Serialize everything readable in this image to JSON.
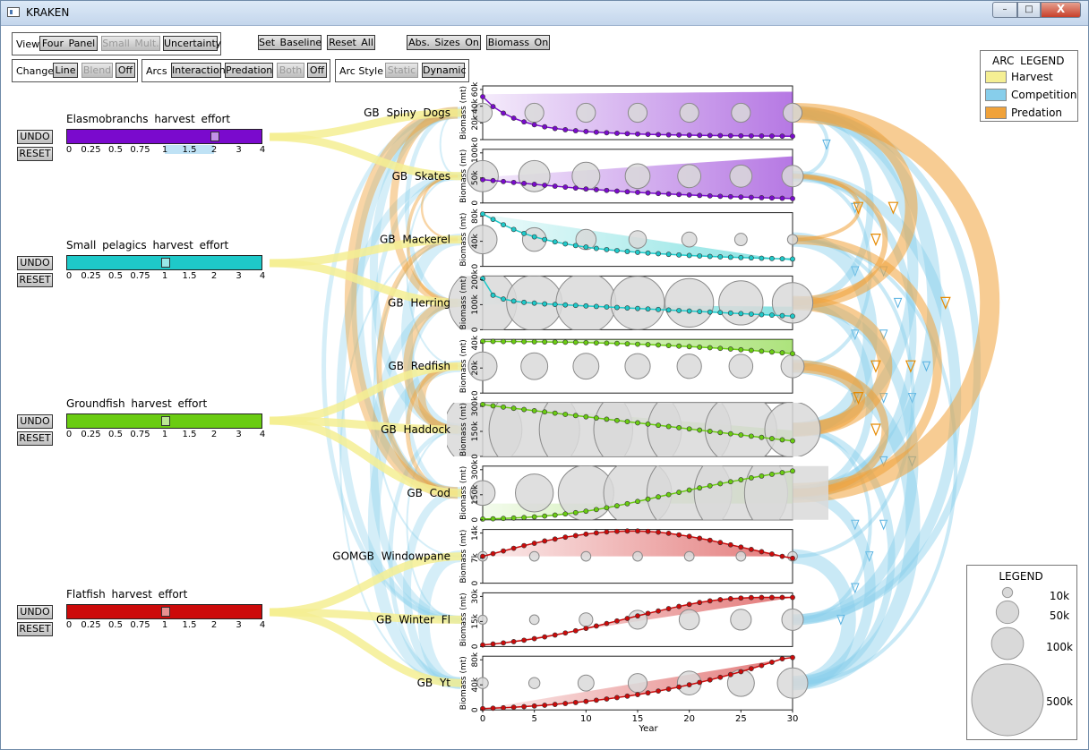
{
  "window": {
    "title": "KRAKEN",
    "min_label": "–",
    "max_label": "□",
    "close_label": "X"
  },
  "toolbar": {
    "view": {
      "label": "View",
      "four_panel": "Four Panel",
      "small_mult": "Small Mult.",
      "uncertainty": "Uncertainty"
    },
    "set_baseline": "Set Baseline",
    "reset_all": "Reset All",
    "abs_sizes": "Abs. Sizes On",
    "biomass": "Biomass On",
    "change": {
      "label": "Change",
      "line": "Line",
      "blend": "Blend",
      "off": "Off"
    },
    "arcs": {
      "label": "Arcs",
      "interaction": "Interaction",
      "predation": "Predation",
      "both": "Both",
      "off": "Off"
    },
    "arc_style": {
      "label": "Arc Style",
      "static": "Static",
      "dynamic": "Dynamic"
    }
  },
  "controls": {
    "undo_label": "UNDO",
    "reset_label": "RESET",
    "ticks": [
      "0",
      "0.25",
      "0.5",
      "0.75",
      "1",
      "1.5",
      "2",
      "3",
      "4"
    ],
    "groups": [
      {
        "label": "Elasmobranchs harvest effort",
        "color": "#7a0acd",
        "effort": 2,
        "baseline": 1
      },
      {
        "label": "Small pelagics harvest effort",
        "color": "#1ec9c9",
        "effort": 1,
        "baseline": 1
      },
      {
        "label": "Groundfish harvest effort",
        "color": "#6acc12",
        "effort": 1,
        "baseline": 1
      },
      {
        "label": "Flatfish harvest effort",
        "color": "#cc0a0a",
        "effort": 1,
        "baseline": 1
      }
    ]
  },
  "panels": {
    "ylabel": "Biomass (mt)",
    "xlabel": "Year",
    "xticks": [
      "0",
      "5",
      "10",
      "15",
      "20",
      "25",
      "30"
    ]
  },
  "arc_legend": {
    "title": "ARC LEGEND",
    "items": [
      {
        "label": "Harvest",
        "color": "#f5ef93"
      },
      {
        "label": "Competition",
        "color": "#87ceeb"
      },
      {
        "label": "Predation",
        "color": "#f0a23a"
      }
    ]
  },
  "size_legend": {
    "title": "LEGEND",
    "items": [
      {
        "label": "10k",
        "value": 10000
      },
      {
        "label": "50k",
        "value": 50000
      },
      {
        "label": "100k",
        "value": 100000
      },
      {
        "label": "500k",
        "value": 500000
      }
    ]
  },
  "chart_data": [
    {
      "type": "line",
      "title": "GB Spiny Dogs",
      "group": 0,
      "ylabel": "Biomass (mt)",
      "yticks": [
        "0",
        "20k",
        "40k",
        "60k"
      ],
      "ylim": [
        0,
        65000
      ],
      "x": [
        0,
        30
      ],
      "baseline_trend": [
        55000,
        58000
      ],
      "baseline_end": 58000,
      "y": [
        52000,
        40000,
        32000,
        26000,
        21500,
        18000,
        15500,
        13500,
        12000,
        10800,
        9800,
        9000,
        8300,
        7700,
        7200,
        6800,
        6400,
        6100,
        5800,
        5600,
        5400,
        5200,
        5000,
        4900,
        4750,
        4600,
        4500,
        4400,
        4300,
        4200,
        4100
      ],
      "circles": [
        35000,
        35000,
        35000,
        35000,
        35000,
        35000,
        35000
      ]
    },
    {
      "type": "line",
      "title": "GB Skates",
      "group": 0,
      "ylabel": "Biomass (mt)",
      "yticks": [
        "0",
        "50k",
        "100k"
      ],
      "ylim": [
        0,
        115000
      ],
      "x": [
        0,
        30
      ],
      "baseline_trend": [
        55000,
        100000
      ],
      "baseline_end": 100000,
      "y": [
        50000,
        48000,
        46000,
        44000,
        42000,
        40000,
        38000,
        36000,
        34000,
        32000,
        30000,
        28500,
        27000,
        25500,
        24000,
        22700,
        21500,
        20300,
        19200,
        18100,
        17100,
        16100,
        15200,
        14300,
        13500,
        12700,
        12000,
        11300,
        10700,
        10100,
        9500
      ],
      "circles": [
        95000,
        95000,
        75000,
        60000,
        52000,
        48000,
        45000
      ]
    },
    {
      "type": "line",
      "title": "GB Mackerel",
      "group": 1,
      "ylabel": "Biomass (mt)",
      "yticks": [
        "0",
        "40k",
        "80k"
      ],
      "ylim": [
        0,
        80000
      ],
      "x": [
        0,
        30
      ],
      "baseline_trend": [
        78000,
        8000
      ],
      "baseline_end": 8000,
      "y": [
        78000,
        70000,
        62000,
        55000,
        49000,
        44000,
        40000,
        36500,
        33500,
        31000,
        28700,
        26700,
        25000,
        23500,
        22100,
        20900,
        19800,
        18800,
        17900,
        17000,
        16200,
        15500,
        14800,
        14200,
        13600,
        13100,
        12600,
        12100,
        11700,
        11300,
        10900
      ],
      "circles": [
        80000,
        55000,
        40000,
        30000,
        22000,
        15000,
        10000
      ]
    },
    {
      "type": "line",
      "title": "GB Herring",
      "group": 1,
      "ylabel": "Biomass (mt)",
      "yticks": [
        "0",
        "100k",
        "200k"
      ],
      "ylim": [
        0,
        210000
      ],
      "x": [
        0,
        30
      ],
      "baseline_trend": [
        100000,
        90000
      ],
      "baseline_end": 90000,
      "y": [
        200000,
        135000,
        120000,
        112000,
        107000,
        104000,
        101000,
        99000,
        97000,
        95000,
        93000,
        91000,
        89000,
        87000,
        85000,
        83000,
        81000,
        79000,
        77000,
        75000,
        73000,
        71000,
        69000,
        67000,
        65000,
        63000,
        61000,
        59000,
        57000,
        55000,
        53000
      ],
      "circles": [
        450000,
        300000,
        350000,
        280000,
        230000,
        190000,
        160000
      ]
    },
    {
      "type": "line",
      "title": "GB Redfish",
      "group": 2,
      "ylabel": "Biomass (mt)",
      "yticks": [
        "0",
        "20k",
        "40k"
      ],
      "ylim": [
        0,
        40000
      ],
      "x": [
        0,
        30
      ],
      "baseline_trend": [
        40000,
        40000
      ],
      "baseline_end": 40000,
      "y": [
        38500,
        38500,
        38400,
        38400,
        38300,
        38200,
        38100,
        38000,
        37900,
        37800,
        37600,
        37400,
        37200,
        37000,
        36700,
        36400,
        36100,
        35800,
        35400,
        35000,
        34600,
        34200,
        33800,
        33300,
        32800,
        32300,
        31800,
        31200,
        30600,
        30000,
        29400
      ],
      "circles": [
        80000,
        70000,
        65000,
        62000,
        58000,
        55000,
        52000
      ]
    },
    {
      "type": "line",
      "title": "GB Haddock",
      "group": 2,
      "ylabel": "Biomass (mt)",
      "yticks": [
        "0",
        "150k",
        "300k"
      ],
      "ylim": [
        0,
        310000
      ],
      "x": [
        0,
        30
      ],
      "baseline_trend": [
        300000,
        150000
      ],
      "baseline_end": 150000,
      "y": [
        300000,
        292000,
        285000,
        278000,
        271000,
        264000,
        257000,
        250000,
        243000,
        236000,
        229000,
        222000,
        215000,
        208000,
        201000,
        194000,
        187000,
        180000,
        173000,
        166000,
        159000,
        152000,
        145000,
        138000,
        131000,
        124000,
        117000,
        110000,
        103000,
        96000,
        90000
      ],
      "circles": [
        600000,
        800000,
        850000,
        750000,
        680000,
        500000,
        300000
      ]
    },
    {
      "type": "line",
      "title": "GB Cod",
      "group": 2,
      "ylabel": "Biomass (mt)",
      "yticks": [
        "0",
        "150k",
        "300k"
      ],
      "ylim": [
        0,
        330000
      ],
      "x": [
        0,
        30
      ],
      "baseline_trend": [
        100000,
        100000
      ],
      "baseline_end": 100000,
      "y": [
        5000,
        6500,
        8500,
        11000,
        14000,
        18000,
        23000,
        29000,
        36000,
        44000,
        53000,
        63000,
        74000,
        86000,
        99000,
        113000,
        127000,
        141000,
        155000,
        169000,
        183000,
        196000,
        209000,
        222000,
        234000,
        246000,
        258000,
        269000,
        280000,
        290000,
        300000
      ],
      "circles": [
        60000,
        140000,
        300000,
        450000,
        700000,
        850000,
        900000
      ]
    },
    {
      "type": "line",
      "title": "GOMGB Windowpane",
      "group": 3,
      "ylabel": "Biomass (mt)",
      "yticks": [
        "0",
        "7k",
        "14k"
      ],
      "ylim": [
        0,
        14000
      ],
      "x": [
        0,
        30
      ],
      "baseline_trend": [
        7000,
        7000
      ],
      "baseline_end": 7000,
      "y": [
        7000,
        7700,
        8400,
        9100,
        9800,
        10400,
        11000,
        11500,
        12000,
        12400,
        12800,
        13100,
        13350,
        13500,
        13600,
        13600,
        13500,
        13300,
        13000,
        12600,
        12200,
        11700,
        11200,
        10600,
        10000,
        9400,
        8800,
        8200,
        7600,
        7000,
        6500
      ],
      "circles": [
        9000,
        9000,
        9000,
        9000,
        9000,
        9000,
        9000
      ]
    },
    {
      "type": "line",
      "title": "GB Winter Fl",
      "group": 3,
      "ylabel": "Biomass (mt)",
      "yticks": [
        "0",
        "15k",
        "30k"
      ],
      "ylim": [
        0,
        34000
      ],
      "x": [
        0,
        30
      ],
      "baseline_trend": [
        1000,
        31000
      ],
      "baseline_end": 31000,
      "y": [
        1000,
        1600,
        2300,
        3100,
        4000,
        5000,
        6100,
        7300,
        8600,
        10000,
        11500,
        13000,
        14600,
        16200,
        17800,
        19400,
        21000,
        22500,
        24000,
        25400,
        26700,
        27900,
        28900,
        29700,
        30300,
        30700,
        31000,
        31100,
        31100,
        31100,
        31100
      ],
      "circles": [
        8000,
        9000,
        18000,
        35000,
        40000,
        42000,
        45000
      ]
    },
    {
      "type": "line",
      "title": "GB Yt",
      "group": 3,
      "ylabel": "Biomass (mt)",
      "yticks": [
        "0",
        "40k",
        "80k"
      ],
      "ylim": [
        0,
        82000
      ],
      "x": [
        0,
        30
      ],
      "baseline_trend": [
        2000,
        80000
      ],
      "baseline_end": 80000,
      "y": [
        2000,
        2600,
        3300,
        4100,
        5000,
        6000,
        7100,
        8400,
        9800,
        11300,
        13000,
        14800,
        16700,
        18800,
        21000,
        23400,
        26000,
        28800,
        31800,
        35000,
        38400,
        42000,
        45800,
        49800,
        54000,
        58400,
        63000,
        67800,
        72800,
        78000,
        80000
      ],
      "circles": [
        12000,
        12000,
        25000,
        35000,
        55000,
        70000,
        90000
      ]
    }
  ]
}
